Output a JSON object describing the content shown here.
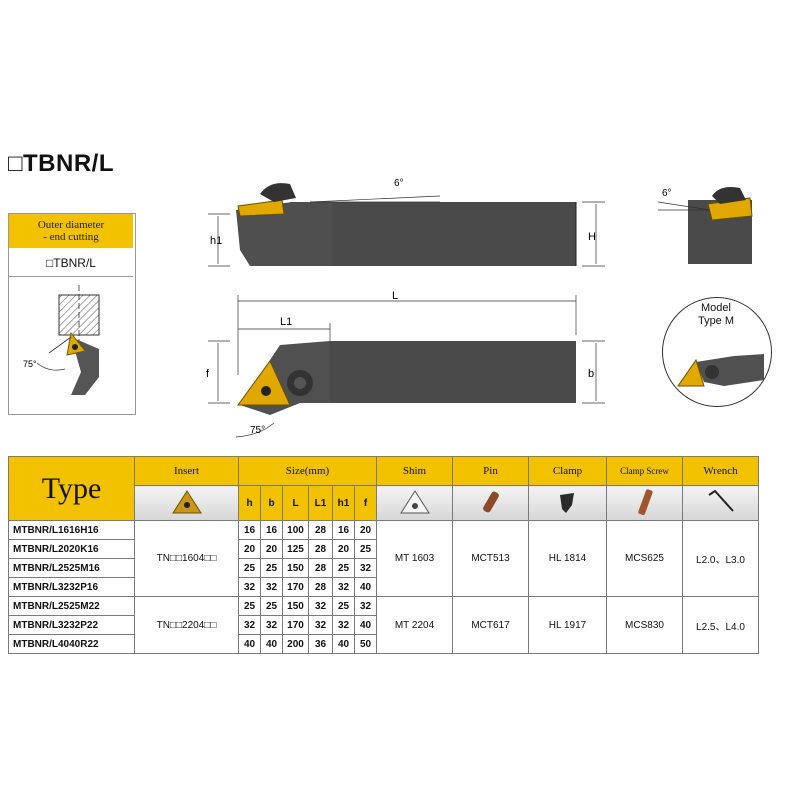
{
  "page": {
    "heading": "□TBNR/L",
    "side_caption_line1": "Outer diameter",
    "side_caption_line2": "- end cutting",
    "side_model": "□TBNR/L",
    "angle_side": "75°",
    "angle_top_left": "6°",
    "angle_top_right": "6°",
    "angle_bottom": "75°",
    "dim_h1": "h1",
    "dim_H": "H",
    "dim_L": "L",
    "dim_L1": "L1",
    "dim_f": "f",
    "dim_b": "b",
    "model_line1": "Model",
    "model_line2": "Type M"
  },
  "table": {
    "type_label": "Type",
    "headers": {
      "insert": "Insert",
      "size": "Size(mm)",
      "shim": "Shim",
      "pin": "Pin",
      "clamp": "Clamp",
      "clamp_screw": "Clamp Screw",
      "wrench": "Wrench"
    },
    "size_cols": [
      "h",
      "b",
      "L",
      "L1",
      "h1",
      "f"
    ],
    "rows": [
      {
        "type": "MTBNR/L1616H16",
        "size": [
          "16",
          "16",
          "100",
          "28",
          "16",
          "20"
        ]
      },
      {
        "type": "MTBNR/L2020K16",
        "size": [
          "20",
          "20",
          "125",
          "28",
          "20",
          "25"
        ]
      },
      {
        "type": "MTBNR/L2525M16",
        "size": [
          "25",
          "25",
          "150",
          "28",
          "25",
          "32"
        ]
      },
      {
        "type": "MTBNR/L3232P16",
        "size": [
          "32",
          "32",
          "170",
          "28",
          "32",
          "40"
        ]
      },
      {
        "type": "MTBNR/L2525M22",
        "size": [
          "25",
          "25",
          "150",
          "32",
          "25",
          "32"
        ]
      },
      {
        "type": "MTBNR/L3232P22",
        "size": [
          "32",
          "32",
          "170",
          "32",
          "32",
          "40"
        ]
      },
      {
        "type": "MTBNR/L4040R22",
        "size": [
          "40",
          "40",
          "200",
          "36",
          "40",
          "50"
        ]
      }
    ],
    "groups": [
      {
        "insert": "TN□□1604□□",
        "shim": "MT 1603",
        "pin": "MCT513",
        "clamp": "HL 1814",
        "screw": "MCS625",
        "wrench": "L2.0、L3.0"
      },
      {
        "insert": "TN□□2204□□",
        "shim": "MT 2204",
        "pin": "MCT617",
        "clamp": "HL 1917",
        "screw": "MCS830",
        "wrench": "L2.5、L4.0"
      }
    ]
  },
  "colors": {
    "accent": "#f2c100",
    "tool_body": "#4a4a4a",
    "insert": "#e0a800"
  }
}
